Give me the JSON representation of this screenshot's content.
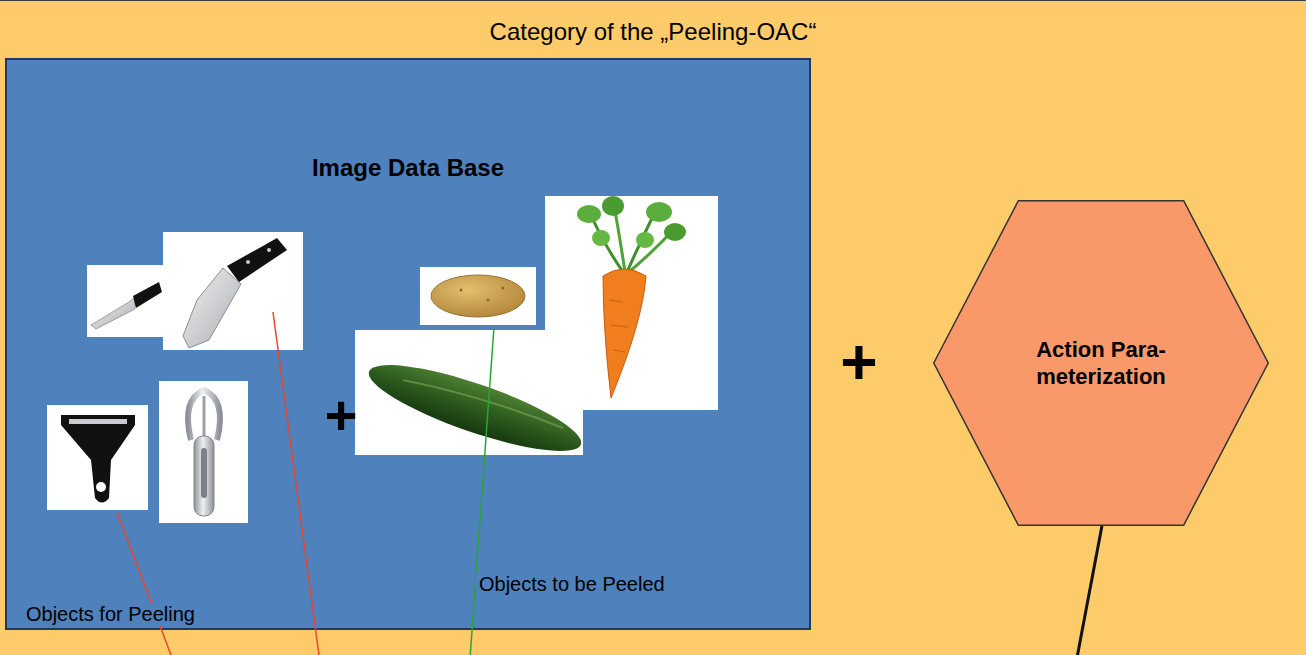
{
  "diagram": {
    "nodes": [
      {
        "text": [
          "Category of the „Peeling-OAC“"
        ]
      },
      {
        "text": [
          "Image Data Base"
        ],
        "in": 0
      },
      {
        "text": [
          "Action Para- meterization"
        ],
        "in": 0
      }
    ],
    "labels": [
      "+",
      "+",
      "Objects to be Peeled",
      "Objects for Peeling"
    ]
  }
}
